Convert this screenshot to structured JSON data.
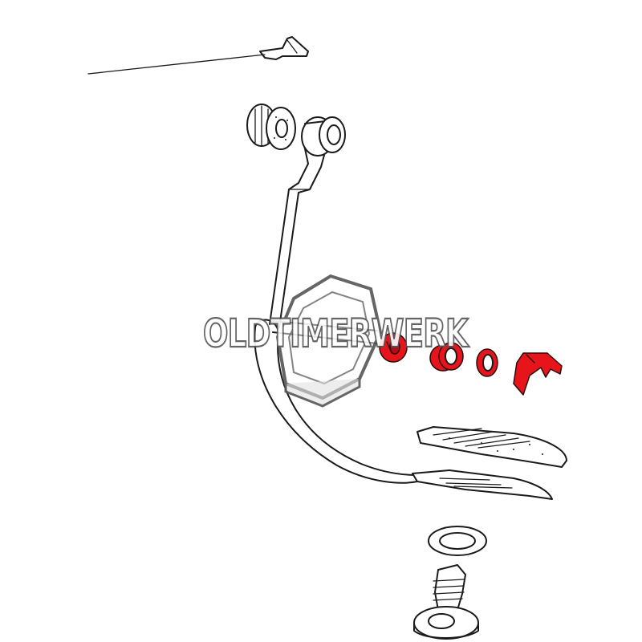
{
  "watermark": {
    "text": "OLDTIMERWERK",
    "kind": "logo"
  },
  "colors": {
    "highlight": "#e8141c",
    "line": "#1a1a1a",
    "background": "#ffffff",
    "watermark_outline": "#555555"
  },
  "parts": [
    {
      "id": "pedal-return-spring",
      "highlighted": false
    },
    {
      "id": "rubber-bushing",
      "highlighted": false
    },
    {
      "id": "pedal-arm",
      "highlighted": false
    },
    {
      "id": "bushing-sleeve",
      "highlighted": true
    },
    {
      "id": "shouldered-bushing",
      "highlighted": true
    },
    {
      "id": "flat-washer",
      "highlighted": true
    },
    {
      "id": "circlip",
      "highlighted": true
    },
    {
      "id": "pedal-pad",
      "highlighted": false
    },
    {
      "id": "pedal-foot-plate",
      "highlighted": false
    },
    {
      "id": "stop-washer",
      "highlighted": false
    },
    {
      "id": "stop-bolt",
      "highlighted": false
    }
  ]
}
